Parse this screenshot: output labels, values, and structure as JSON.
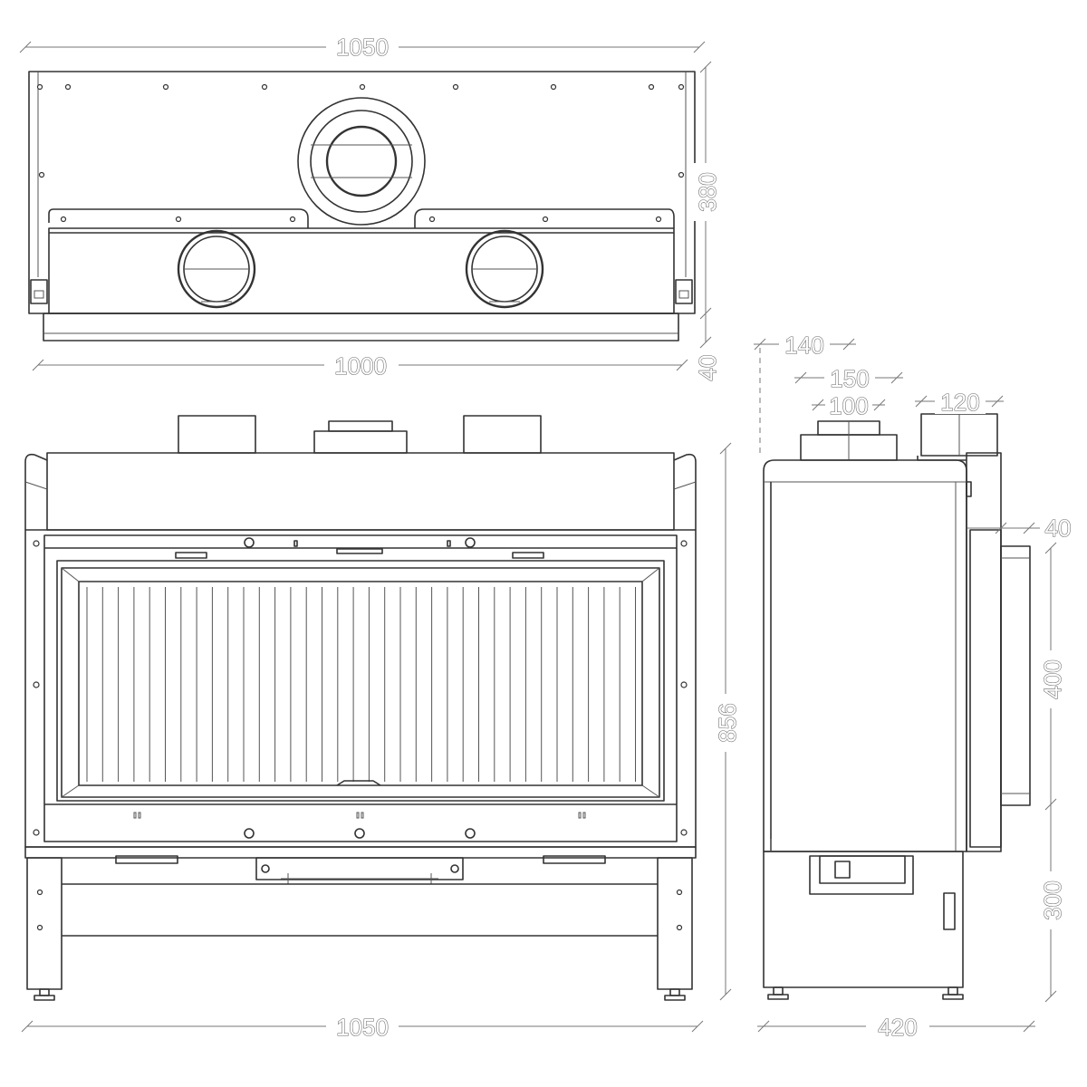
{
  "dimensions": {
    "top_width": "1050",
    "top_depth": "380",
    "top_inner_width": "1000",
    "top_lip": "40",
    "front_height": "856",
    "front_width": "1050",
    "side_offset": "140",
    "side_collar": "150",
    "side_flue": "100",
    "side_outlet": "120",
    "side_step": "40",
    "side_door": "400",
    "side_base": "300",
    "side_depth": "420"
  },
  "colors": {
    "line": "#333333",
    "dimension": "#777777",
    "background": "#ffffff"
  }
}
